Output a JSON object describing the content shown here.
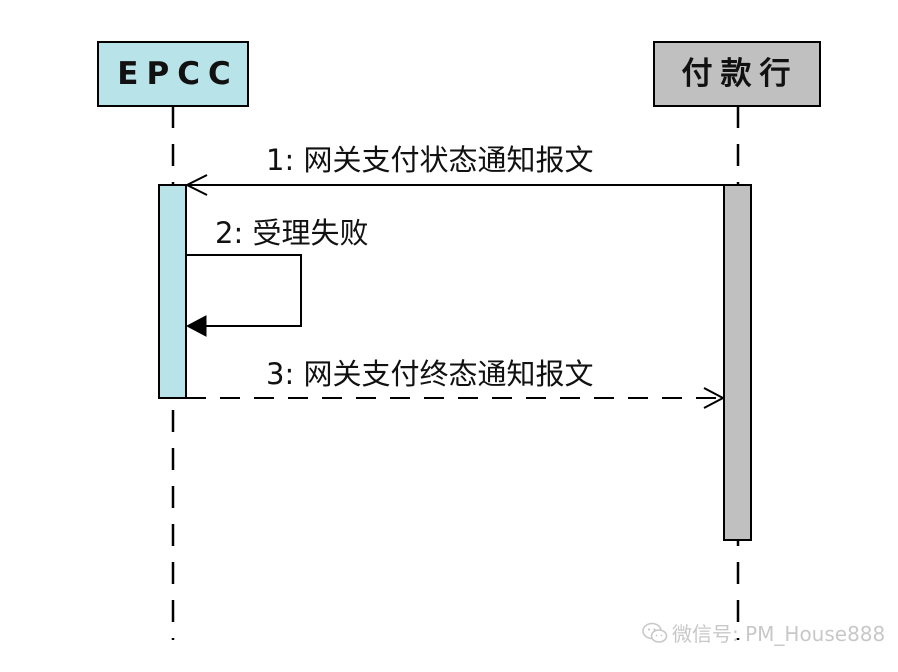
{
  "participants": {
    "left": {
      "label": "EPCC",
      "fill": "#b8e3e9"
    },
    "right": {
      "label": "付款行",
      "fill": "#c0c0c0"
    }
  },
  "messages": [
    {
      "label": "1: 网关支付状态通知报文",
      "from": "付款行",
      "to": "EPCC",
      "style": "solid"
    },
    {
      "label": "2: 受理失败",
      "from": "EPCC",
      "to": "EPCC",
      "style": "solid-self"
    },
    {
      "label": "3: 网关支付终态通知报文",
      "from": "EPCC",
      "to": "付款行",
      "style": "dashed"
    }
  ],
  "watermark": {
    "text": "微信号: PM_House888",
    "icon": "wechat-icon"
  },
  "colors": {
    "line": "#000000",
    "epcc_fill": "#b8e3e9",
    "bank_fill": "#c0c0c0",
    "watermark": "#c8c8c8"
  }
}
